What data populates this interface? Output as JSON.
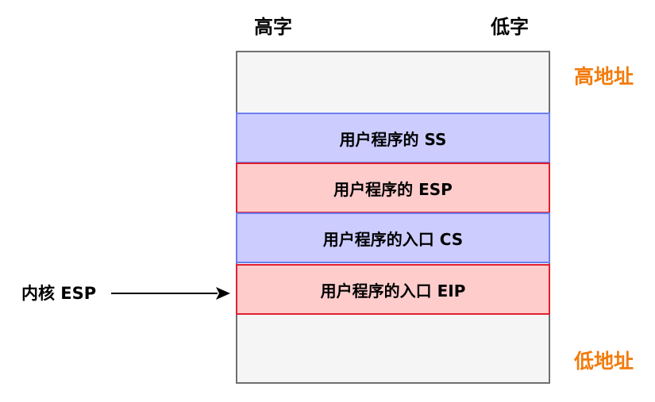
{
  "header": {
    "high_byte": "高字",
    "low_byte": "低字"
  },
  "address": {
    "high": "高地址",
    "low": "低地址",
    "color": "#f27b0b"
  },
  "stack": {
    "entries": [
      {
        "label": "用户程序的 SS",
        "color": "blue"
      },
      {
        "label": "用户程序的 ESP",
        "color": "red"
      },
      {
        "label": "用户程序的入口 CS",
        "color": "blue"
      },
      {
        "label": "用户程序的入口 EIP",
        "color": "red"
      }
    ]
  },
  "pointer": {
    "label": "内核 ESP",
    "target_entry": 3
  },
  "colors": {
    "blue_fill": "#ccccff",
    "blue_border": "#6c7ef0",
    "red_fill": "#ffcccc",
    "red_border": "#e0202f",
    "outer_fill": "#f5f5f5"
  }
}
